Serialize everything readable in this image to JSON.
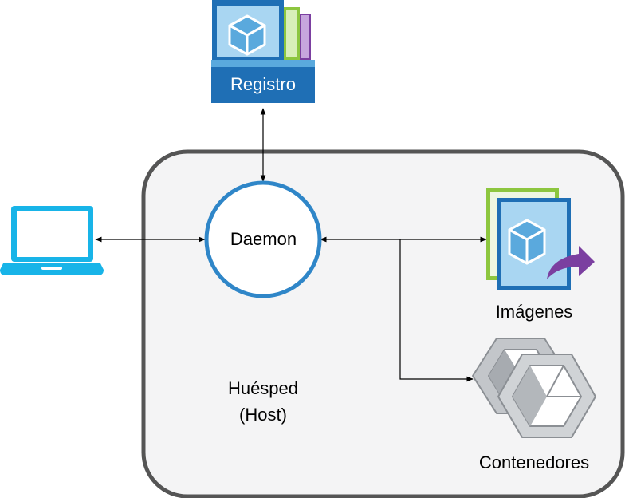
{
  "registry": {
    "label": "Registro"
  },
  "daemon": {
    "label": "Daemon"
  },
  "images": {
    "label": "Imágenes"
  },
  "containers": {
    "label": "Contenedores"
  },
  "host": {
    "line1": "Huésped",
    "line2": "(Host)"
  },
  "icons": {
    "client": "laptop-icon",
    "registry": "registry-icon",
    "images": "image-stack-icon",
    "containers": "container-cubes-icon"
  },
  "colors": {
    "host_fill": "#f4f4f5",
    "host_stroke": "#555555",
    "daemon_ring": "#2f86c8",
    "laptop": "#18b4e8",
    "registry_blue": "#1f6fb5",
    "registry_panel": "#5aa9dd",
    "accent_green": "#8dc63f",
    "accent_purple": "#7b3fa0",
    "container_grey": "#9a9ea3"
  }
}
